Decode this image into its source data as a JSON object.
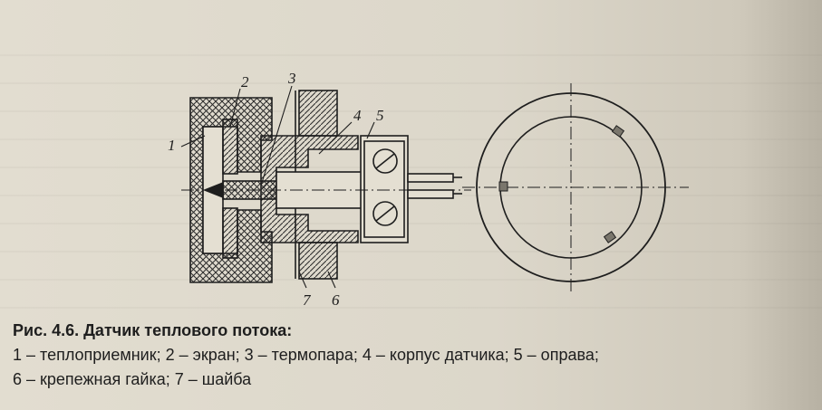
{
  "figure": {
    "part_numbers": {
      "n1": "1",
      "n2": "2",
      "n3": "3",
      "n4": "4",
      "n5": "5",
      "n6": "6",
      "n7": "7"
    }
  },
  "caption": {
    "title": "Рис. 4.6. Датчик теплового потока:",
    "line1": "1 – теплоприемник;  2 – экран;  3 – термопара;  4 – корпус датчика;  5 – оправа;",
    "line2": "6 – крепежная гайка;  7 – шайба"
  }
}
